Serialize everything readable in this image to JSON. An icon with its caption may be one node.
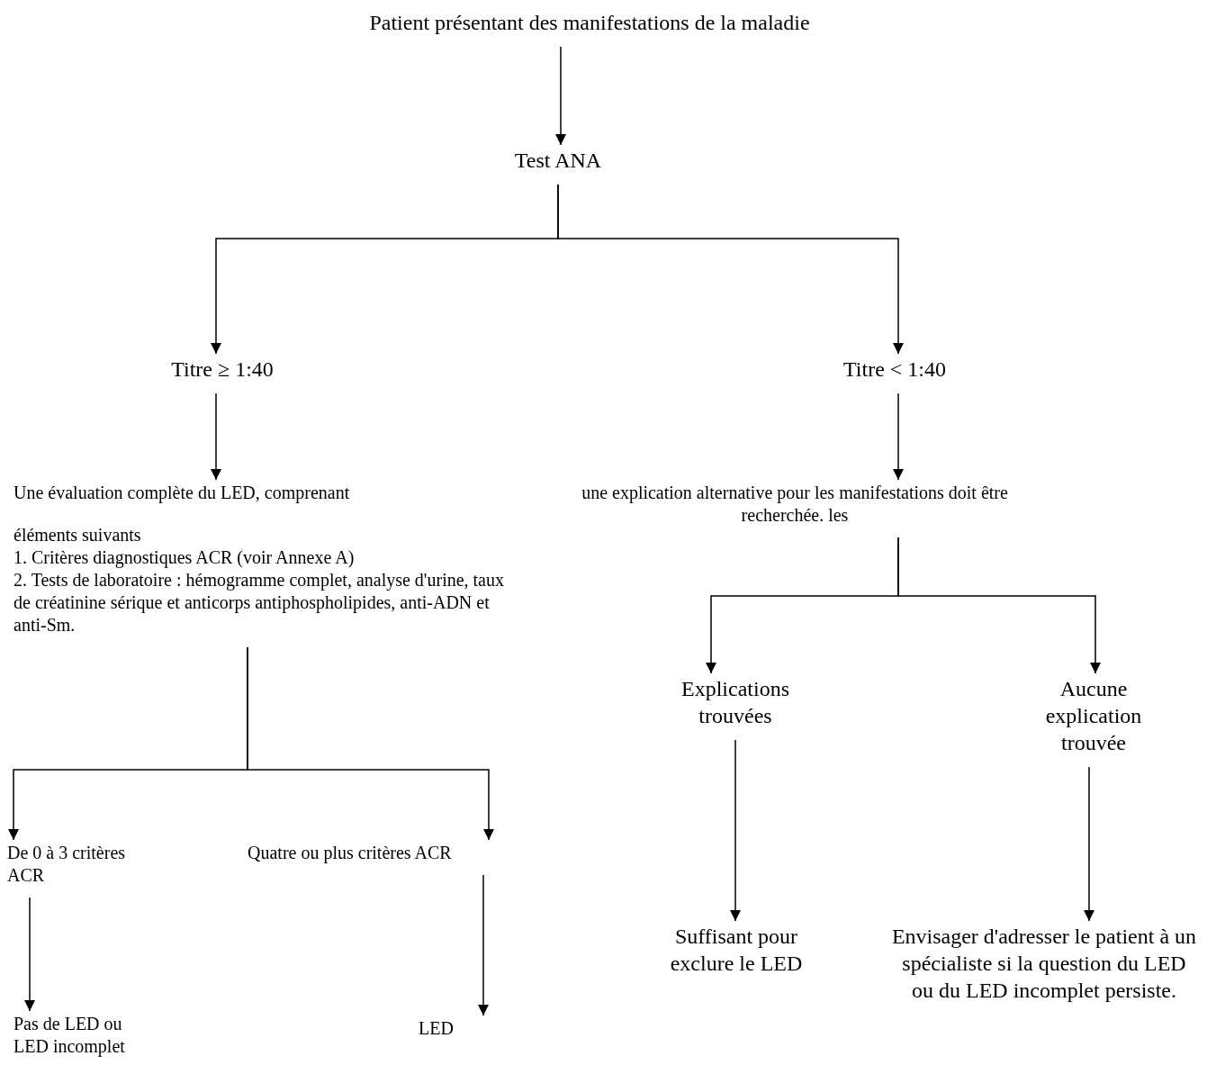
{
  "diagram": {
    "nodes": [
      {
        "text": [
          "Patient présentant des manifestations de la maladie"
        ]
      },
      {
        "text": [
          "Test ANA"
        ]
      },
      {
        "text": [
          "Titre ≥ 1:40"
        ]
      },
      {
        "text": [
          "Titre < 1:40"
        ]
      },
      {
        "text": [
          "Une évaluation complète du LED, comprenant",
          "éléments suivants",
          "1. Critères diagnostiques ACR (voir Annexe A)",
          "2. Tests de laboratoire : hémogramme complet, analyse d'urine, taux de créatinine sérique et anticorps antiphospholipides, anti-ADN et anti-Sm."
        ]
      },
      {
        "text": [
          "une explication alternative pour les manifestations doit être recherchée. les"
        ]
      },
      {
        "text": [
          "Explications trouvées"
        ]
      },
      {
        "text": [
          "Aucune explication trouvée"
        ]
      },
      {
        "text": [
          "De 0 à 3 critères ACR"
        ]
      },
      {
        "text": [
          "Quatre ou plus critères ACR"
        ]
      },
      {
        "text": [
          "Suffisant pour exclure le LED"
        ]
      },
      {
        "text": [
          "Envisager d'adresser le patient à un spécialiste si la question du LED ou du LED incomplet persiste."
        ]
      },
      {
        "text": [
          "Pas de LED ou LED incomplet"
        ]
      },
      {
        "text": [
          "LED"
        ]
      }
    ],
    "edges": [
      {
        "from": 0,
        "to": 1,
        "arrow": "to"
      },
      {
        "from": 1,
        "to": 2,
        "arrow": "to"
      },
      {
        "from": 1,
        "to": 3,
        "arrow": "to"
      },
      {
        "from": 2,
        "to": 4,
        "arrow": "to"
      },
      {
        "from": 3,
        "to": 5,
        "arrow": "to"
      },
      {
        "from": 5,
        "to": 6,
        "arrow": "to"
      },
      {
        "from": 5,
        "to": 7,
        "arrow": "to"
      },
      {
        "from": 6,
        "to": 10,
        "arrow": "to"
      },
      {
        "from": 7,
        "to": 11,
        "arrow": "to"
      },
      {
        "from": 4,
        "to": 8,
        "arrow": "to"
      },
      {
        "from": 4,
        "to": 9,
        "arrow": "to"
      },
      {
        "from": 8,
        "to": 12,
        "arrow": "to"
      },
      {
        "from": 9,
        "to": 13,
        "arrow": "to"
      }
    ]
  }
}
